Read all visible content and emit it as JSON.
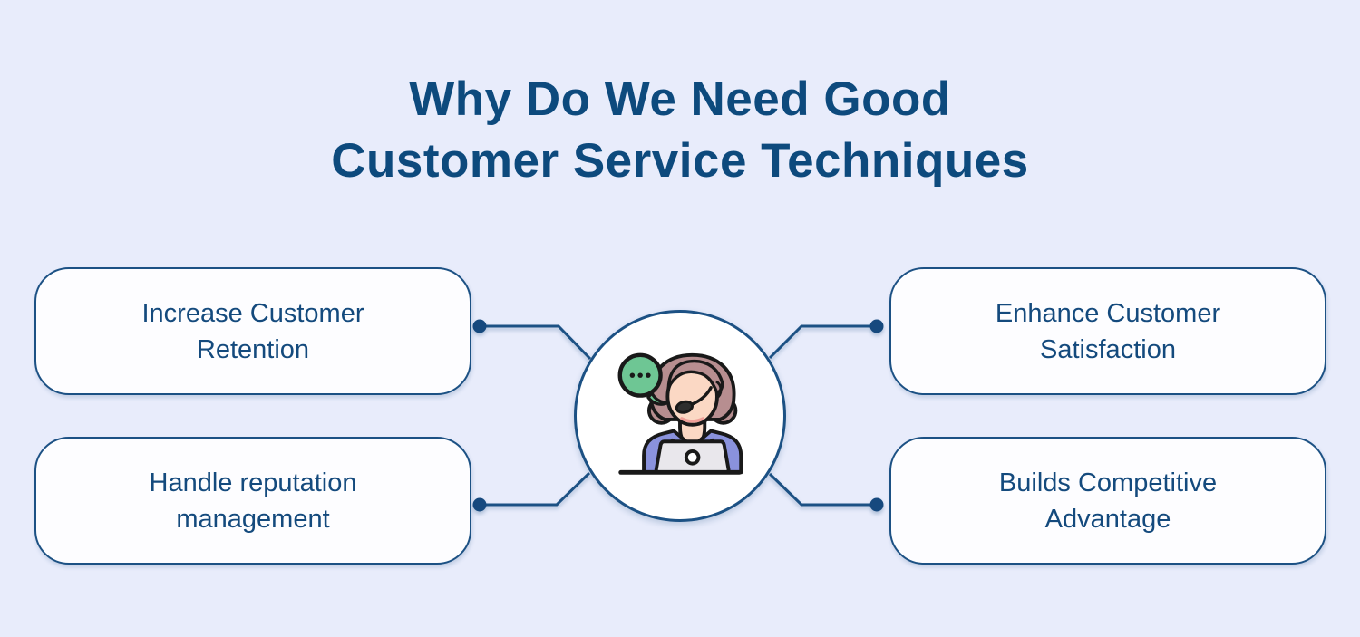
{
  "title": {
    "line1": "Why Do We Need Good",
    "line2": "Customer Service Techniques"
  },
  "cards": [
    {
      "name": "increase-customer-retention",
      "position": "top-left",
      "lines": [
        "Increase Customer",
        "Retention"
      ]
    },
    {
      "name": "enhance-customer-satisfaction",
      "position": "top-right",
      "lines": [
        "Enhance Customer",
        "Satisfaction"
      ]
    },
    {
      "name": "handle-reputation-management",
      "position": "bottom-left",
      "lines": [
        "Handle reputation",
        "management"
      ]
    },
    {
      "name": "builds-competitive-advantage",
      "position": "bottom-right",
      "lines": [
        "Builds Competitive",
        "Advantage"
      ]
    }
  ],
  "center_illustration": {
    "icon": "customer-support-agent-icon",
    "elements": [
      "speech-bubble-icon",
      "agent-with-headset",
      "laptop",
      "desk-line"
    ],
    "speech_bubble_text": "..."
  },
  "colors": {
    "background": "#e8ecfb",
    "title_text": "#0d4a7d",
    "card_text": "#144a7d",
    "card_border": "#1c5184",
    "card_background": "#fdfdff",
    "connector_line": "#1c5184",
    "connector_dot": "#16497e",
    "bubble_green": "#6ec694",
    "hair": "#b78e90",
    "skin": "#fbd8c4",
    "chest_pink": "#f8c9be",
    "jacket_purple": "#8a92dc",
    "laptop_gray": "#e9e7ec"
  }
}
